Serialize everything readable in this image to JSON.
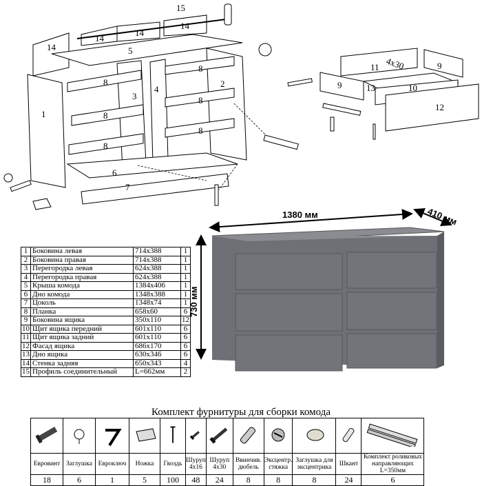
{
  "exploded_labels": [
    "15",
    "14",
    "14",
    "14",
    "14",
    "5",
    "8",
    "8",
    "8",
    "8",
    "8",
    "8",
    "3",
    "4",
    "2",
    "1",
    "6",
    "7"
  ],
  "drawer_labels": [
    "11",
    "9",
    "9",
    "13",
    "10",
    "12",
    "4x30"
  ],
  "dimensions": {
    "width": "1380 мм",
    "depth": "410 мм",
    "height": "730 мм"
  },
  "colors": {
    "body": "#6e7076",
    "body_dark": "#5a5c62",
    "body_top": "#8a8c92"
  },
  "parts": [
    {
      "no": "1",
      "name": "Боковина левая",
      "size": "714х388",
      "qty": "1"
    },
    {
      "no": "2",
      "name": "Боковина правая",
      "size": "714х388",
      "qty": "1"
    },
    {
      "no": "3",
      "name": "Перегородка левая",
      "size": "624х388",
      "qty": "1"
    },
    {
      "no": "4",
      "name": "Перегородка правая",
      "size": "624х388",
      "qty": "1"
    },
    {
      "no": "5",
      "name": "Крыша комода",
      "size": "1384х406",
      "qty": "1"
    },
    {
      "no": "6",
      "name": "Дно комода",
      "size": "1348х388",
      "qty": "1"
    },
    {
      "no": "7",
      "name": "Цоколь",
      "size": "1348х74",
      "qty": "1"
    },
    {
      "no": "8",
      "name": "Планка",
      "size": "658х60",
      "qty": "6"
    },
    {
      "no": "9",
      "name": "Боковина ящика",
      "size": "350х110",
      "qty": "12"
    },
    {
      "no": "10",
      "name": "Щит ящика передний",
      "size": "601х110",
      "qty": "6"
    },
    {
      "no": "11",
      "name": "Щит ящика задний",
      "size": "601х110",
      "qty": "6"
    },
    {
      "no": "12",
      "name": "Фасад ящика",
      "size": "686х170",
      "qty": "6"
    },
    {
      "no": "13",
      "name": "Дно ящика",
      "size": "630х346",
      "qty": "6"
    },
    {
      "no": "14",
      "name": "Стенка задняя",
      "size": "650х343",
      "qty": "4"
    },
    {
      "no": "15",
      "name": "Профиль соединительный",
      "size": "L=662мм",
      "qty": "2"
    }
  ],
  "kit": {
    "title": "Комплект фурнитуры для сборки комода",
    "items": [
      {
        "icon": "eurovint-icon",
        "label": "Евровинт",
        "qty": "18"
      },
      {
        "icon": "cap-icon",
        "label": "Заглушка",
        "qty": "6"
      },
      {
        "icon": "hex-key-icon",
        "label": "Евроключ",
        "qty": "1"
      },
      {
        "icon": "leg-icon",
        "label": "Ножка",
        "qty": "5"
      },
      {
        "icon": "nail-icon",
        "label": "Гвоздь",
        "qty": "100"
      },
      {
        "icon": "screw-icon",
        "label": "Шуруп 4х16",
        "qty": "48"
      },
      {
        "icon": "screw-long-icon",
        "label": "Шуруп 4х30",
        "qty": "24"
      },
      {
        "icon": "dowel-icon",
        "label": "Ввинчив. дюбель",
        "qty": "8"
      },
      {
        "icon": "cam-lock-icon",
        "label": "Эксцентр. стяжка",
        "qty": "8"
      },
      {
        "icon": "cam-cap-icon",
        "label": "Заглушка для эксцентрика",
        "qty": "8"
      },
      {
        "icon": "wood-dowel-icon",
        "label": "Шкант",
        "qty": "24"
      },
      {
        "icon": "roller-guide-icon",
        "label": "Комплект роликовых направляющих L=350мм",
        "qty": "6"
      }
    ]
  }
}
